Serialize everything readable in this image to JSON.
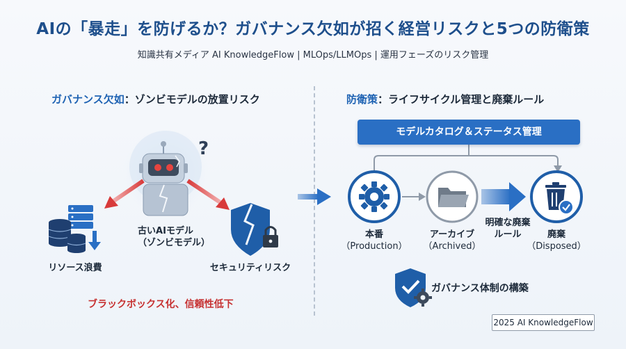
{
  "header": {
    "title": "AIの「暴走」を防げるか？ガバナンス欠如が招く経営リスクと5つの防衛策",
    "subtitle": "知識共有メディア AI KnowledgeFlow | MLOps/LLMOps | 運用フェーズのリスク管理"
  },
  "left": {
    "heading_accent": "ガバナンス欠如",
    "heading_rest": "：ゾンビモデルの放置リスク",
    "robot_line1": "古いAIモデル",
    "robot_line2": "（ゾンビモデル）",
    "resource_label": "リソース浪費",
    "security_label": "セキュリティリスク",
    "warning": "ブラックボックス化、信頼性低下",
    "question_mark": "?"
  },
  "right": {
    "heading_accent": "防衛策",
    "heading_rest": "：ライフサイクル管理と廃棄ルール",
    "catalog_label": "モデルカタログ＆ステータス管理",
    "stages": [
      {
        "name": "本番",
        "sub": "（Production）",
        "icon": "gear-icon"
      },
      {
        "name": "アーカイブ",
        "sub": "（Archived）",
        "icon": "folder-icon"
      },
      {
        "name": "廃棄",
        "sub": "（Disposed）",
        "icon": "trash-check-icon"
      }
    ],
    "rule_line1": "明確な廃棄",
    "rule_line2": "ルール",
    "governance": "ガバナンス体制の構築"
  },
  "footer": {
    "copyright": "2025 AI KnowledgeFlow"
  },
  "colors": {
    "brand": "#1e4f8c",
    "accent": "#2a6fc4",
    "warning": "#c63131",
    "navy": "#1f3f70"
  }
}
